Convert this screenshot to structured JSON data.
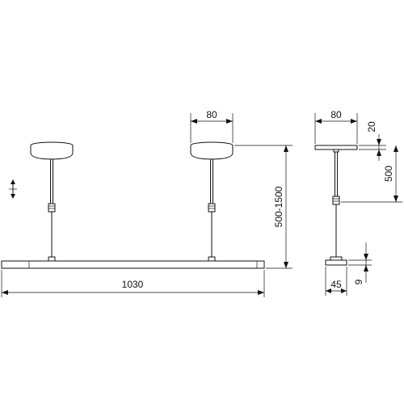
{
  "dimensions": {
    "length": "1030",
    "canopy_diameter_front": "80",
    "canopy_diameter_side": "80",
    "canopy_height": "20",
    "suspension_range": "500-1500",
    "side_length": "500",
    "profile_width": "45",
    "profile_height": "9"
  },
  "colors": {
    "line": "#111111",
    "background": "#ffffff"
  }
}
